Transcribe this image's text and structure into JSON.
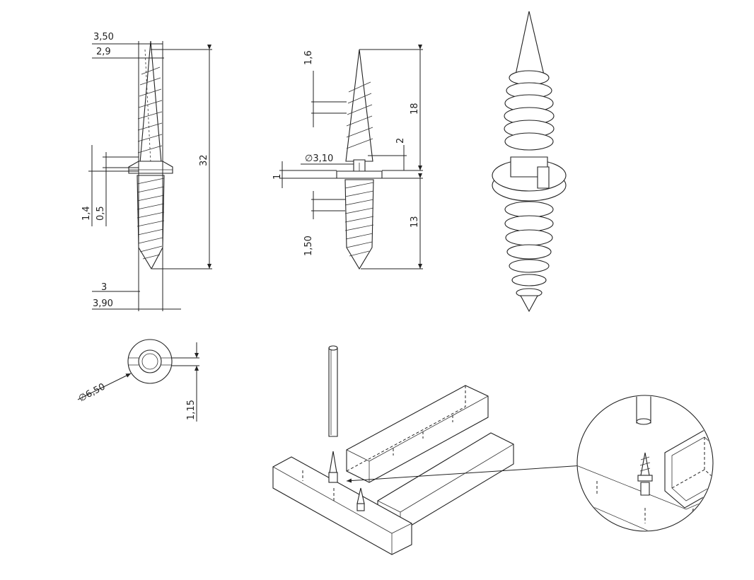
{
  "dimensions": {
    "front": {
      "d_350": "3,50",
      "d_29": "2,9",
      "d_14": "1,4",
      "d_05": "0,5",
      "d_3": "3",
      "d_390": "3,90",
      "d_32": "32"
    },
    "side": {
      "d_16": "1,6",
      "d_18": "18",
      "d_2": "2",
      "d_310": "∅3,10",
      "d_1": "1",
      "d_150": "1,50",
      "d_13": "13"
    },
    "top": {
      "d_650": "∅6,50",
      "d_115": "1,15"
    }
  }
}
